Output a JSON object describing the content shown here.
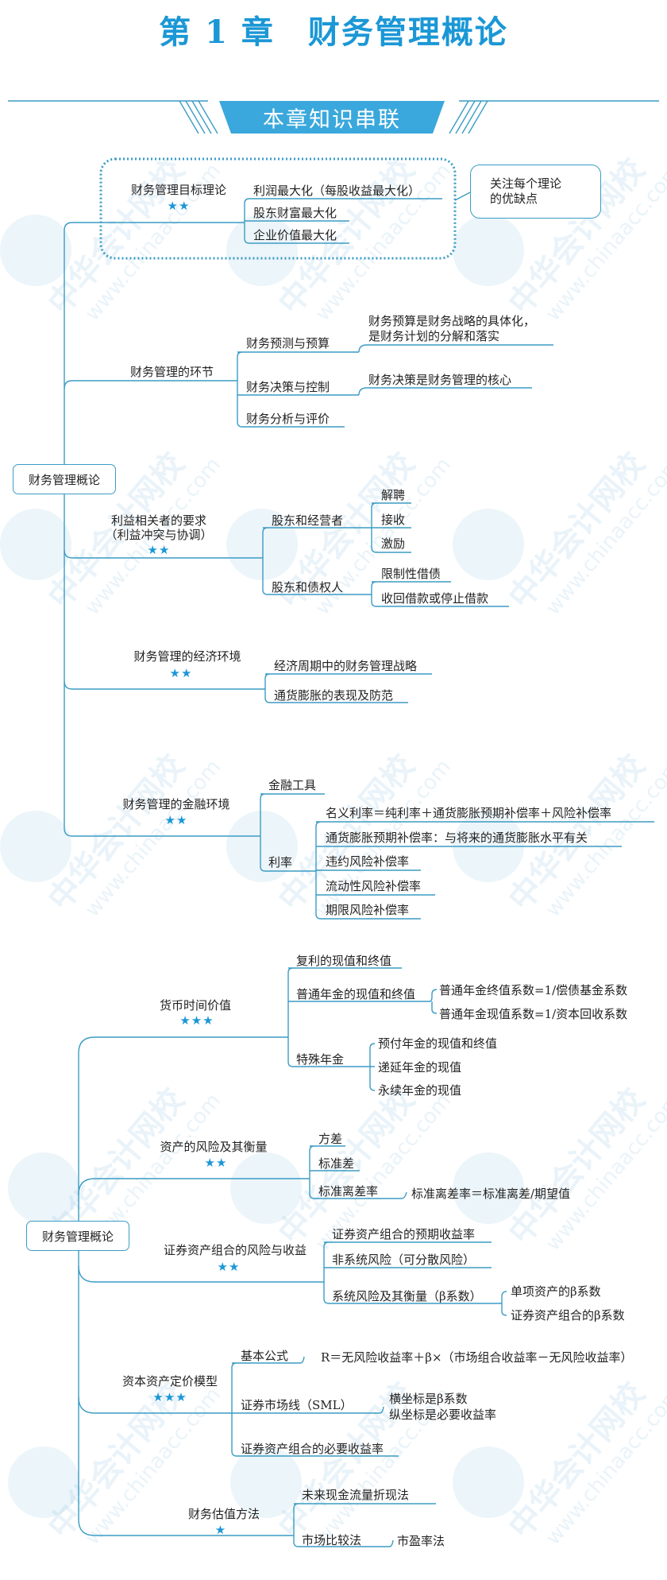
{
  "title": "第 1 章　财务管理概论",
  "banner": "本章知识串联",
  "watermark": {
    "cn": "中华会计网校",
    "url": "www.chinaacc.com"
  },
  "colors": {
    "accent": "#1b97d6",
    "line": "#3b9cc4"
  },
  "map1": {
    "root": "财务管理概论",
    "goal": {
      "label": "财务管理目标理论",
      "stars": "★★",
      "items": [
        "利润最大化（每股收益最大化）",
        "股东财富最大化",
        "企业价值最大化"
      ],
      "note": [
        "关注每个理论",
        "的优缺点"
      ]
    },
    "stages": {
      "label": "财务管理的环节",
      "items": [
        "财务预测与预算",
        "财务决策与控制",
        "财务分析与评价"
      ],
      "budget_note": [
        "财务预算是财务战略的具体化，",
        "是财务计划的分解和落实"
      ],
      "decision_note": "财务决策是财务管理的核心"
    },
    "stakeholders": {
      "label": [
        "利益相关者的要求",
        "（利益冲突与协调）"
      ],
      "stars": "★★",
      "groups": [
        {
          "label": "股东和经营者",
          "items": [
            "解聘",
            "接收",
            "激励"
          ]
        },
        {
          "label": "股东和债权人",
          "items": [
            "限制性借债",
            "收回借款或停止借款"
          ]
        }
      ]
    },
    "economic": {
      "label": "财务管理的经济环境",
      "stars": "★★",
      "items": [
        "经济周期中的财务管理战略",
        "通货膨胀的表现及防范"
      ]
    },
    "financial": {
      "label": "财务管理的金融环境",
      "stars": "★★",
      "tools": "金融工具",
      "rate": "利率",
      "rate_items": [
        "名义利率＝纯利率＋通货膨胀预期补偿率＋风险补偿率",
        "通货膨胀预期补偿率：与将来的通货膨胀水平有关",
        "违约风险补偿率",
        "流动性风险补偿率",
        "期限风险补偿率"
      ]
    }
  },
  "map2": {
    "root": "财务管理概论",
    "tvm": {
      "label": "货币时间价值",
      "stars": "★★★",
      "items": [
        "复利的现值和终值",
        "普通年金的现值和终值",
        "特殊年金"
      ],
      "annuity": [
        "普通年金终值系数=1/偿债基金系数",
        "普通年金现值系数=1/资本回收系数"
      ],
      "special": [
        "预付年金的现值和终值",
        "递延年金的现值",
        "永续年金的现值"
      ]
    },
    "risk": {
      "label": "资产的风险及其衡量",
      "stars": "★★",
      "items": [
        "方差",
        "标准差",
        "标准离差率"
      ],
      "formula": "标准离差率＝标准离差/期望值"
    },
    "portfolio": {
      "label": "证券资产组合的风险与收益",
      "stars": "★★",
      "items": [
        "证券资产组合的预期收益率",
        "非系统风险（可分散风险）",
        "系统风险及其衡量（β系数）"
      ],
      "beta": [
        "单项资产的β系数",
        "证券资产组合的β系数"
      ]
    },
    "capm": {
      "label": "资本资产定价模型",
      "stars": "★★★",
      "items": [
        "基本公式",
        "证券市场线（SML）",
        "证券资产组合的必要收益率"
      ],
      "formula": "R＝无风险收益率＋β×（市场组合收益率－无风险收益率）",
      "sml": [
        "横坐标是β系数",
        "纵坐标是必要收益率"
      ]
    },
    "valuation": {
      "label": "财务估值方法",
      "stars": "★",
      "items": [
        "未来现金流量折现法",
        "市场比较法"
      ],
      "market": "市盈率法"
    }
  }
}
